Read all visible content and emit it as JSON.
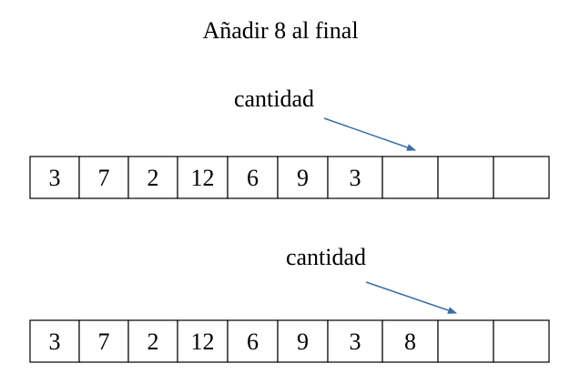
{
  "title": "Añadir 8 al final",
  "colors": {
    "arrow": "#3a6ea5",
    "cell_border": "#000000",
    "text": "#000000"
  },
  "arrays": [
    {
      "pointer_label": "cantidad",
      "pointer_target_index": 7,
      "cells": [
        "3",
        "7",
        "2",
        "12",
        "6",
        "9",
        "3",
        "",
        "",
        ""
      ]
    },
    {
      "pointer_label": "cantidad",
      "pointer_target_index": 8,
      "cells": [
        "3",
        "7",
        "2",
        "12",
        "6",
        "9",
        "3",
        "8",
        "",
        ""
      ]
    }
  ]
}
